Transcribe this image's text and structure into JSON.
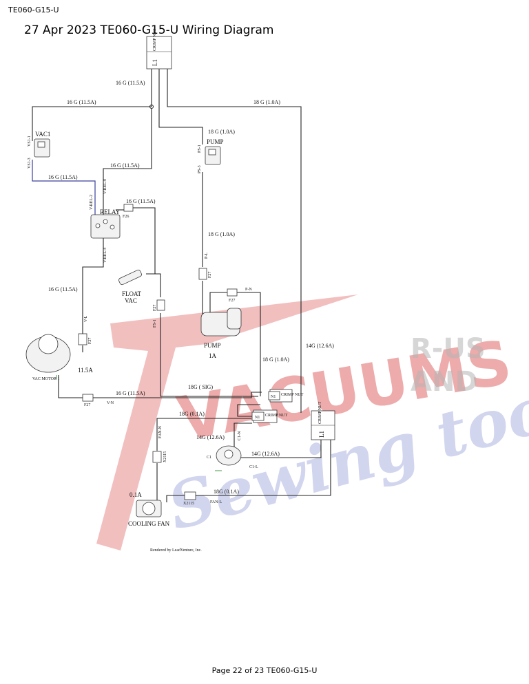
{
  "page": {
    "header": "TE060-G15-U",
    "title": "27 Apr 2023 TE060-G15-U Wiring Diagram",
    "footer": "Page 22 of 23 TE060-G15-U"
  },
  "watermark": {
    "line1": "VACUUMS",
    "rus": "R-US",
    "and": "AND",
    "script": "Sewing too"
  },
  "components": {
    "crimp_top": "CRIMP NUT",
    "l1_top": "L1",
    "vac1": "VAC1",
    "pump_top": "PUMP",
    "relay": "RELAY",
    "float_vac": "FLOAT",
    "float_vac2": "VAC",
    "pump": "PUMP",
    "pump_amp": "1A",
    "vac_motor": "VAC MOTOR 1",
    "vac_motor_amp": "11.5A",
    "crimp_n1": "CRIMP NUT",
    "n1a": "N1",
    "n1b": "N1",
    "crimp_n1b": "CRIMP NUT",
    "crimp_right": "CRIMP NUT",
    "l1_right": "L1",
    "c1": "C1",
    "fan_amp": "0.1A",
    "cooling_fan": "COOLING FAN",
    "rendered": "Rendered by LeadVenture, Inc."
  },
  "wire_labels": {
    "w_top": "16 G (11.5A)",
    "w_vac1": "16 G (11.5A)",
    "w_pumpfeed": "18 G (1.0A)",
    "w_pump_top": "18 G (1.0A)",
    "w_relay_in": "16 G (11.5A)",
    "w_vac1_relay": "16 G (11.5A)",
    "w_float": "16 G (11.5A)",
    "w_pump_mid": "18 G (1.0A)",
    "w_relay_motor": "16 G (11.5A)",
    "w_pn": "18 G (1.0A)",
    "w_14g": "14G (12.6A)",
    "w_sig": "18G ( SIG)",
    "w_vn": "16 G (11.5A)",
    "w_fan_n": "18G (0.1A)",
    "w_c1_14g": "14G (12.6A)",
    "w_c1_14g2": "14G (12.6A)",
    "w_fan_l": "18G (0.1A)"
  },
  "pin_labels": {
    "vs1_1": "VS1-1",
    "vs1_3": "VS1-3",
    "ps1": "PS-1",
    "ps3": "PS-3",
    "vrel2": "V-REL-2",
    "vrel0": "V-REL-0",
    "vrel4": "V-REL-4",
    "f26": "F26",
    "pl": "P-L",
    "f27_pl": "F27",
    "pn": "P-N",
    "f27_pn": "F27",
    "fs1": "FS-1",
    "f27_fs": "F27",
    "vl": "V-L",
    "f27_vl": "F27",
    "vn": "V-N",
    "f27_vn": "F27",
    "fan_n": "FAN-N",
    "x2115_a": "X2115",
    "c1n": "C1-N",
    "c1l": "C1-L",
    "x2115_b": "X2115",
    "fan_l": "FAN-L"
  }
}
